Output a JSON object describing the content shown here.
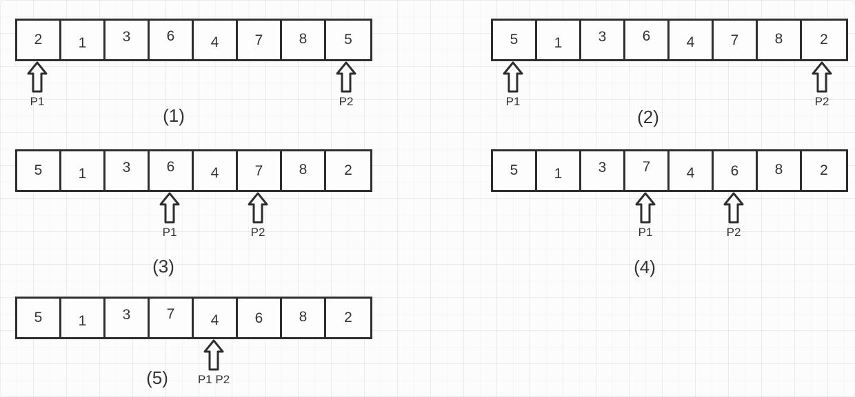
{
  "diagram": {
    "description": "two-pointer array partition steps",
    "colors": {
      "stroke": "#2e2e2e",
      "text": "#333333",
      "cell_fill": "#fdfdfd",
      "background": "#fcfcfc"
    },
    "steps": [
      {
        "label": "(1)",
        "values": [
          "2",
          "1",
          "3",
          "6",
          "4",
          "7",
          "8",
          "5"
        ],
        "pointers": [
          {
            "name": "P1",
            "index": 0
          },
          {
            "name": "P2",
            "index": 7
          }
        ]
      },
      {
        "label": "(2)",
        "values": [
          "5",
          "1",
          "3",
          "6",
          "4",
          "7",
          "8",
          "2"
        ],
        "pointers": [
          {
            "name": "P1",
            "index": 0
          },
          {
            "name": "P2",
            "index": 7
          }
        ]
      },
      {
        "label": "(3)",
        "values": [
          "5",
          "1",
          "3",
          "6",
          "4",
          "7",
          "8",
          "2"
        ],
        "pointers": [
          {
            "name": "P1",
            "index": 3
          },
          {
            "name": "P2",
            "index": 5
          }
        ]
      },
      {
        "label": "(4)",
        "values": [
          "5",
          "1",
          "3",
          "7",
          "4",
          "6",
          "8",
          "2"
        ],
        "pointers": [
          {
            "name": "P1",
            "index": 3
          },
          {
            "name": "P2",
            "index": 5
          }
        ]
      },
      {
        "label": "(5)",
        "values": [
          "5",
          "1",
          "3",
          "7",
          "4",
          "6",
          "8",
          "2"
        ],
        "pointers": [
          {
            "name": "P1 P2",
            "index": 4
          }
        ]
      }
    ]
  }
}
